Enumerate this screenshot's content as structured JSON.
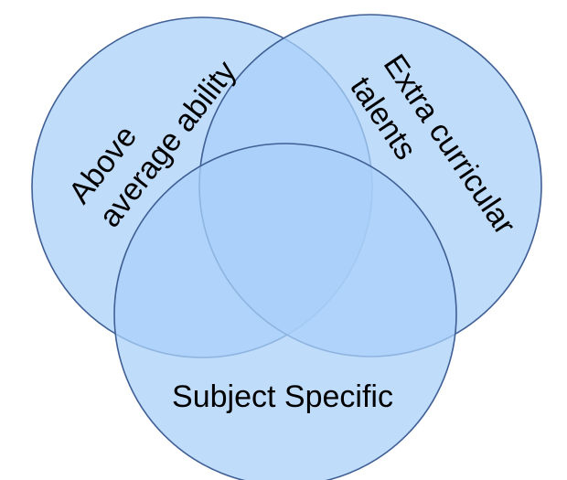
{
  "diagram": {
    "type": "venn",
    "fill_color": "#a9d0fa",
    "stroke_color": "#3f5f95",
    "sets": [
      {
        "id": "left",
        "lines": [
          "Above",
          "average ability"
        ]
      },
      {
        "id": "right",
        "lines": [
          "Extra curricular",
          "talents"
        ]
      },
      {
        "id": "bottom",
        "lines": [
          "Subject Specific"
        ]
      }
    ]
  }
}
